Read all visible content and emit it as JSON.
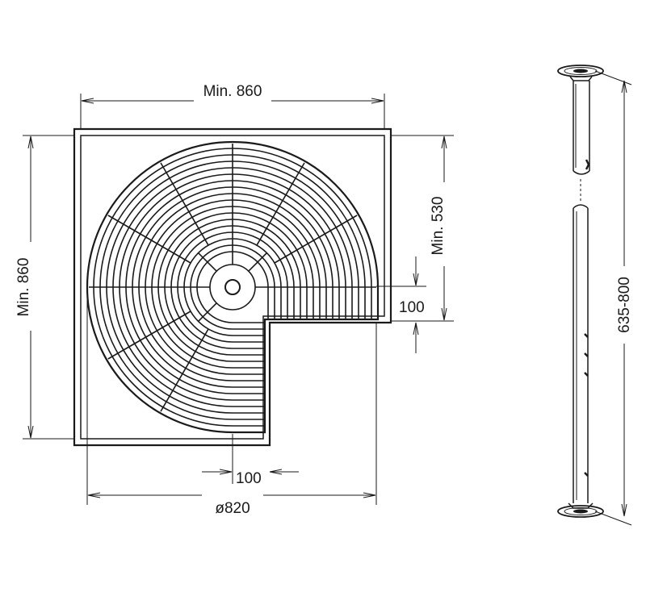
{
  "dimensions": {
    "top_width": "Min. 860",
    "left_height": "Min. 860",
    "right_depth": "Min. 530",
    "right_gap": "100",
    "bottom_gap": "100",
    "diameter": "ø820",
    "pole_height": "635-800"
  },
  "colors": {
    "line": "#1a1a1a",
    "background": "#ffffff"
  }
}
